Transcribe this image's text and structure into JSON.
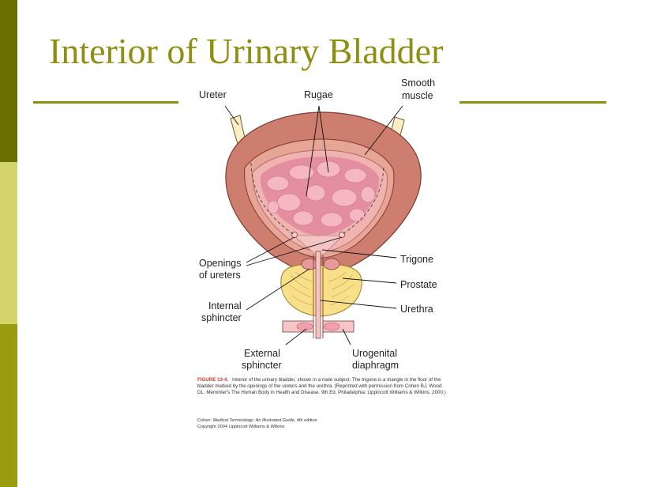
{
  "slide": {
    "title": "Interior of Urinary Bladder"
  },
  "figure": {
    "labels": {
      "ureter": "Ureter",
      "rugae": "Rugae",
      "smooth_muscle_1": "Smooth",
      "smooth_muscle_2": "muscle",
      "openings_1": "Openings",
      "openings_2": "of ureters",
      "trigone": "Trigone",
      "prostate": "Prostate",
      "internal_1": "Internal",
      "internal_2": "sphincter",
      "urethra": "Urethra",
      "external_1": "External",
      "external_2": "sphincter",
      "urogenital_1": "Urogenital",
      "urogenital_2": "diaphragm"
    },
    "caption": {
      "figure_number": "FIGURE 13-4.",
      "line1": "Interior of the urinary bladder, shown in a male subject. The trigone is a triangle in the floor of the",
      "line2": "bladder marked by the openings of the ureters and the urethra. (Reprinted with permission from Cohen BJ, Wood",
      "line3": "DL. Memmler's The Human Body in Health and Disease. 9th Ed. Philadelphia: Lippincott Williams & Wilkins, 2000.)"
    },
    "credit": {
      "line1_prefix": "Cohen: ",
      "line1_title": "Medical Terminology: An Illustrated Guide",
      "line1_suffix": ", 4th edition",
      "line2": "Copyright 2004 Lippincott Williams & Wilkins"
    }
  }
}
